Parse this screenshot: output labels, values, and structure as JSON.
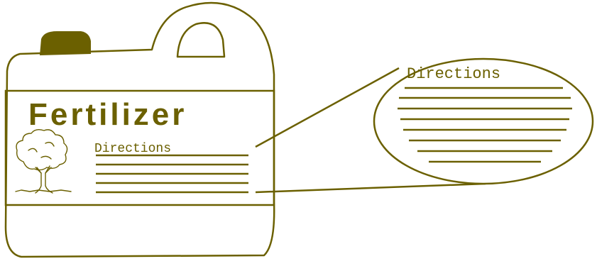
{
  "colors": {
    "ink": "#6b6000",
    "background": "#ffffff"
  },
  "container": {
    "title": "Fertilizer",
    "directions_heading": "Directions",
    "icon": "tree-icon",
    "text_line_count": 5
  },
  "magnifier": {
    "directions_heading": "Directions",
    "text_line_count": 8
  }
}
